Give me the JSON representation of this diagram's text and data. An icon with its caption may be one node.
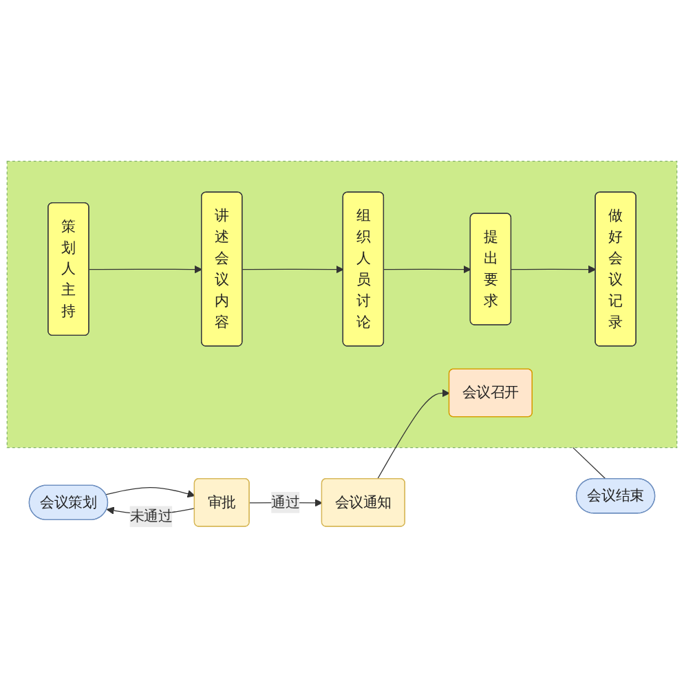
{
  "diagram": {
    "nodes": [
      {
        "text": [
          "会议策划"
        ]
      },
      {
        "text": [
          "审批"
        ]
      },
      {
        "text": [
          "会议通知"
        ]
      },
      {
        "text": [],
        "shape": "box"
      },
      {
        "text": [
          "会议召开"
        ],
        "in": 3
      },
      {
        "text": [
          "策划人主持"
        ],
        "in": 3
      },
      {
        "text": [
          "讲述会议内容"
        ],
        "in": 3
      },
      {
        "text": [
          "组织人员讨论"
        ],
        "in": 3
      },
      {
        "text": [
          "提出要求"
        ],
        "in": 3
      },
      {
        "text": [
          "做好会议记录"
        ],
        "in": 3
      },
      {
        "text": [
          "会议结束"
        ]
      }
    ],
    "edges": [
      {
        "from": 0,
        "to": 1,
        "arrow": "to"
      },
      {
        "from": 1,
        "to": 0,
        "arrow": "to",
        "label": "未通过"
      },
      {
        "from": 1,
        "to": 2,
        "arrow": "to",
        "label": "通过"
      },
      {
        "from": 2,
        "to": 4,
        "arrow": "to"
      },
      {
        "from": 5,
        "to": 6,
        "arrow": "to"
      },
      {
        "from": 6,
        "to": 7,
        "arrow": "to"
      },
      {
        "from": 7,
        "to": 8,
        "arrow": "to"
      },
      {
        "from": 8,
        "to": 9,
        "arrow": "to"
      },
      {
        "from": 3,
        "to": 10,
        "arrow": "none"
      }
    ]
  }
}
